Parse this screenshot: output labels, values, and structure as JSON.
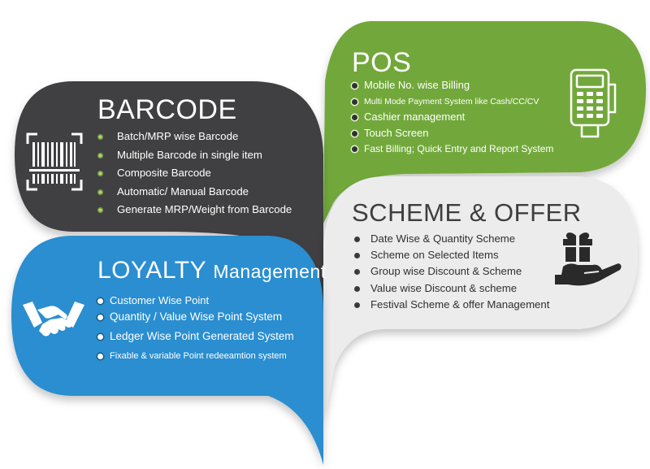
{
  "colors": {
    "barcode_panel": "#3f4143",
    "pos_panel": "#72a83b",
    "scheme_panel": "#ececec",
    "loyalty_panel": "#2b8ed0",
    "accent_green": "#a6c96a"
  },
  "barcode": {
    "title": "BARCODE",
    "icon": "barcode-scanner-icon",
    "items": [
      "Batch/MRP wise Barcode",
      "Multiple Barcode in single item",
      "Composite Barcode",
      "Automatic/ Manual Barcode",
      "Generate MRP/Weight from Barcode"
    ]
  },
  "pos": {
    "title": "POS",
    "icon": "card-terminal-icon",
    "items": [
      "Mobile No. wise Billing",
      "Multi Mode Payment System like Cash/CC/CV",
      "Cashier management",
      "Touch Screen",
      "Fast Billing; Quick Entry and Report System"
    ]
  },
  "scheme": {
    "title": "SCHEME & OFFER",
    "icon": "gift-in-hand-icon",
    "items": [
      "Date Wise & Quantity Scheme",
      "Scheme on Selected Items",
      "Group wise Discount & Scheme",
      "Value wise Discount & scheme",
      "Festival Scheme & offer Management"
    ]
  },
  "loyalty": {
    "title_word": "LOYALTY",
    "title_rest": "Management",
    "icon": "handshake-icon",
    "items": [
      "Customer Wise Point",
      "Quantity / Value Wise Point System",
      "Ledger Wise Point Generated System",
      "Fixable & variable Point redeeamtion system"
    ]
  }
}
